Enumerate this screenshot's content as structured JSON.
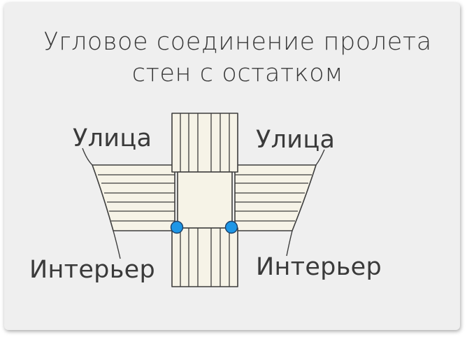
{
  "title": {
    "line1": "Угловое соединение пролета",
    "line2": "стен с остатком"
  },
  "labels": {
    "street_left": "Улица",
    "street_right": "Улица",
    "interior_left": "Интерьер",
    "interior_right": "Интерьер"
  },
  "colors": {
    "background": "#efefef",
    "wall_fill": "#f6f3e7",
    "line": "#3d3d3d",
    "node": "#1d96e6"
  }
}
